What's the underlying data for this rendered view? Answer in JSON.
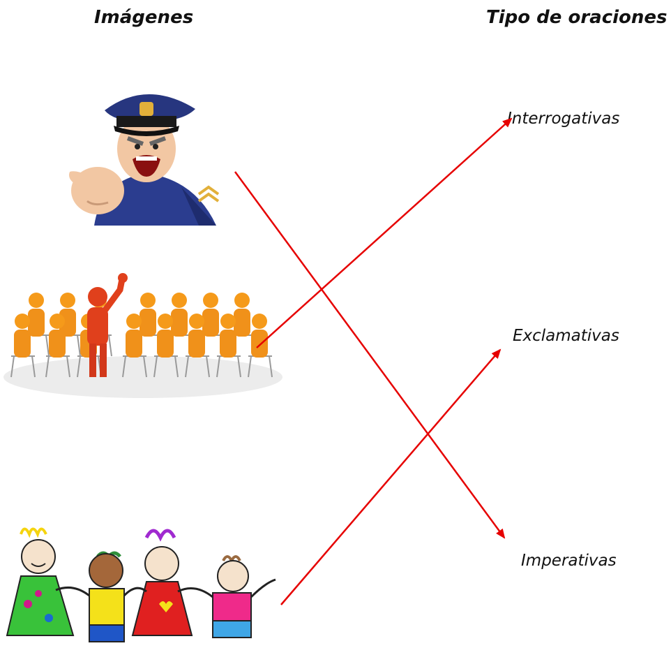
{
  "headings": {
    "left": "Imágenes",
    "right": "Tipo de oraciones"
  },
  "sentence_types": {
    "interrogativas": "Interrogativas",
    "exclamativas": "Exclamativas",
    "imperativas": "Imperativas"
  },
  "images": {
    "police": "angry-police-officer-pointing",
    "crowd": "seated-audience-with-raised-hand",
    "kids": "dancing-children-holding-hands"
  },
  "connections": [
    {
      "from": "police",
      "to": "imperativas"
    },
    {
      "from": "crowd",
      "to": "interrogativas"
    },
    {
      "from": "kids",
      "to": "exclamativas"
    }
  ],
  "colors": {
    "arrow": "#e60000"
  }
}
